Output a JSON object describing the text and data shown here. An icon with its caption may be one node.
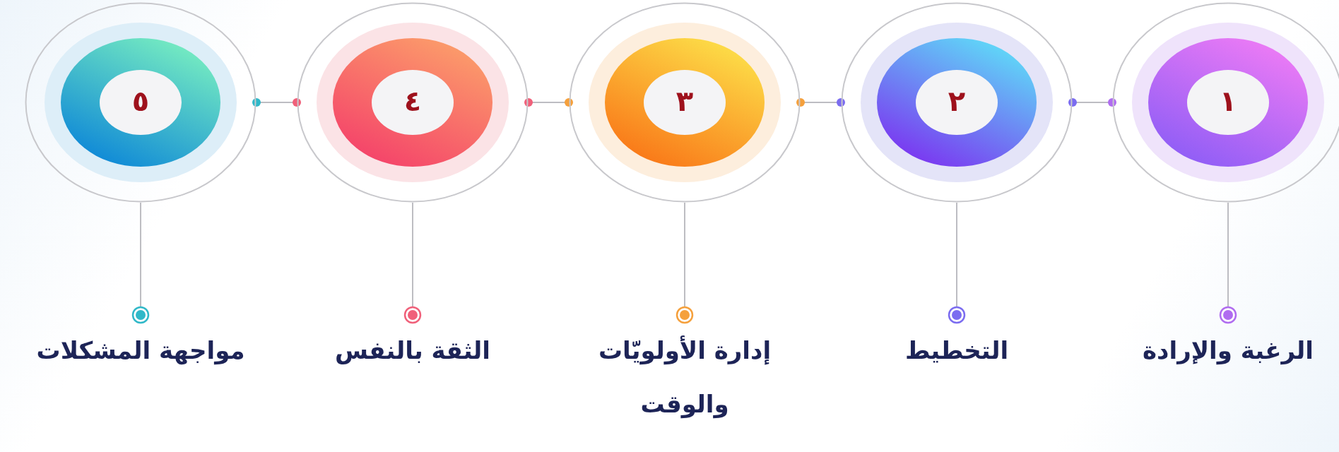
{
  "diagram": {
    "nodes": [
      {
        "text": [
          "١"
        ]
      },
      {
        "text": [
          "٢"
        ]
      },
      {
        "text": [
          "٣"
        ]
      },
      {
        "text": [
          "٤"
        ]
      },
      {
        "text": [
          "٥"
        ]
      },
      {
        "text": [
          "الرغبة والإرادة"
        ]
      },
      {
        "text": [
          "التخطيط"
        ]
      },
      {
        "text": [
          "إدارة الأولويّات والوقت"
        ]
      },
      {
        "text": [
          "الثقة بالنفس"
        ]
      },
      {
        "text": [
          "مواجهة المشكلات"
        ]
      }
    ],
    "edges": [
      {
        "from": 0,
        "to": 1,
        "arrow": "other"
      },
      {
        "from": 1,
        "to": 2,
        "arrow": "other"
      },
      {
        "from": 2,
        "to": 3,
        "arrow": "other"
      },
      {
        "from": 3,
        "to": 4,
        "arrow": "other"
      },
      {
        "from": 0,
        "to": 5,
        "arrow": "other"
      },
      {
        "from": 1,
        "to": 6,
        "arrow": "other"
      },
      {
        "from": 2,
        "to": 7,
        "arrow": "other"
      },
      {
        "from": 3,
        "to": 8,
        "arrow": "other"
      },
      {
        "from": 4,
        "to": 9,
        "arrow": "other"
      }
    ]
  }
}
